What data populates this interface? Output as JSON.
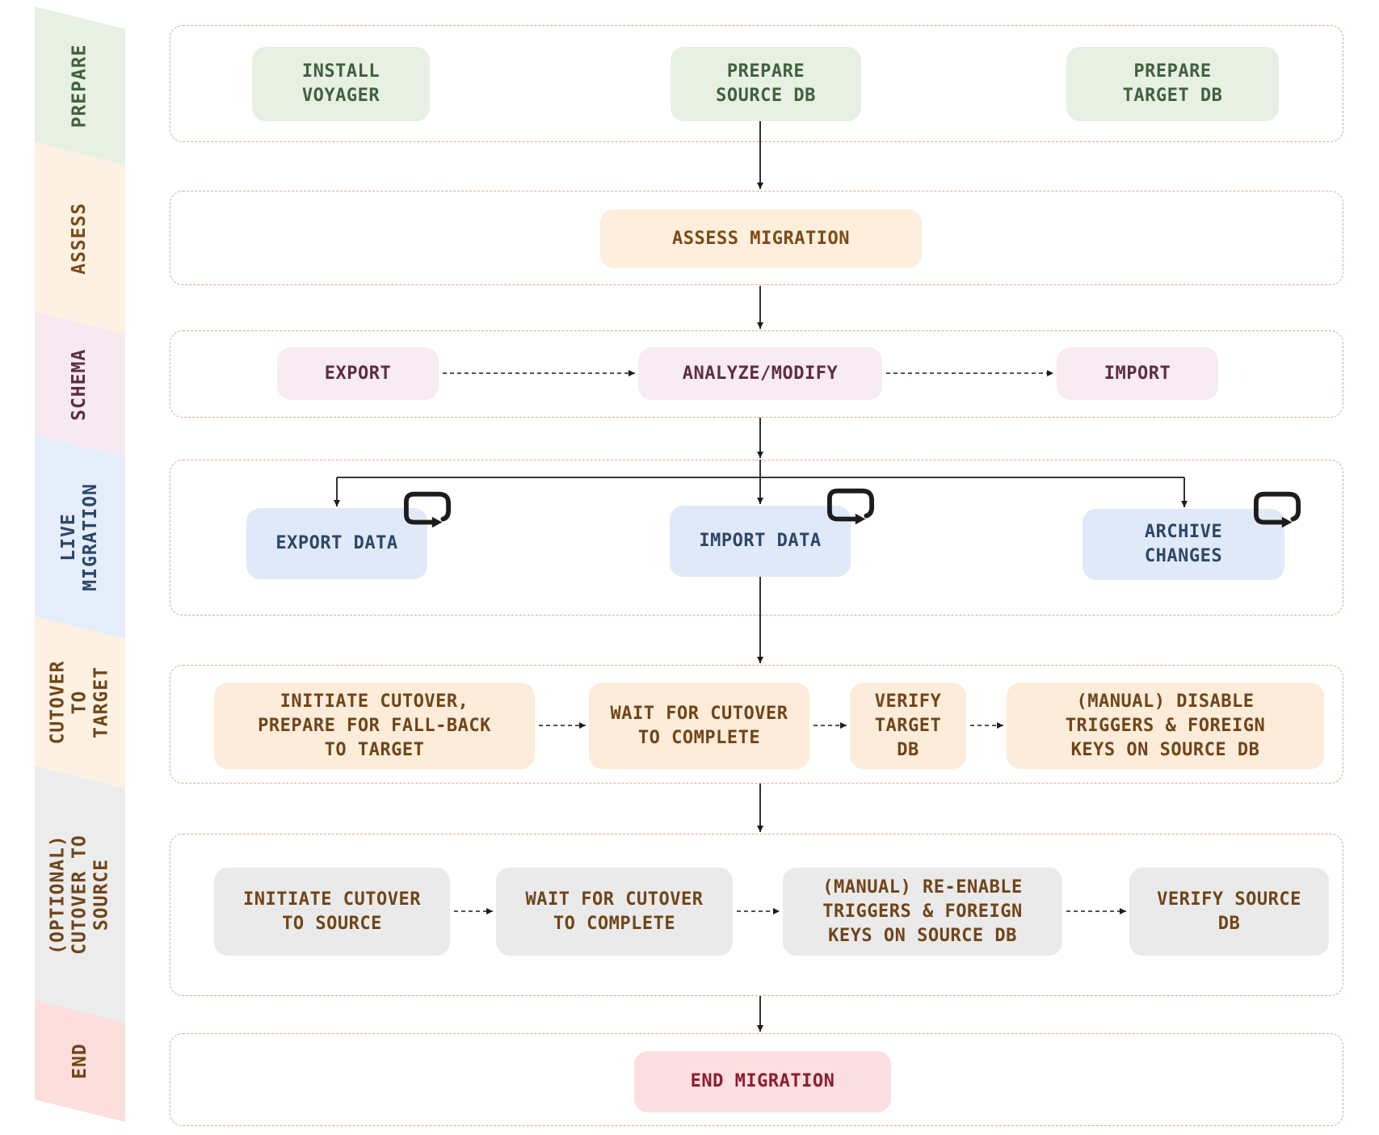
{
  "colors": {
    "background": "#ffffff",
    "lane_border": "#d2ab97",
    "connector": "#1c1c1c"
  },
  "stage_colors": {
    "prepare": {
      "side_bg": "#e7f0e3",
      "box_bg": "#e7f0e3",
      "side_text": "#41613f",
      "box_text": "#41613f"
    },
    "assess": {
      "side_bg": "#fdf1e3",
      "box_bg": "#fdeedd",
      "side_text": "#7b4a15",
      "box_text": "#7b4a15"
    },
    "schema": {
      "side_bg": "#f6eaf0",
      "box_bg": "#f8ebf2",
      "side_text": "#5e2d45",
      "box_text": "#5e2d45"
    },
    "live": {
      "side_bg": "#e5edfa",
      "box_bg": "#e0e9f8",
      "side_text": "#2d4769",
      "box_text": "#2d4769"
    },
    "cutover_target": {
      "side_bg": "#fdf1e1",
      "box_bg": "#fdecd9",
      "side_text": "#70451a",
      "box_text": "#70451a"
    },
    "cutover_source": {
      "side_bg": "#ececec",
      "box_bg": "#eaeaea",
      "side_text": "#70451a",
      "box_text": "#70451a"
    },
    "end": {
      "side_bg": "#fcdfdd",
      "box_bg": "#fcdfe3",
      "side_text": "#70451a",
      "box_text": "#8e1c2c"
    }
  },
  "icons": {
    "loop": "repeat-loop-arrow"
  },
  "sidebar": {
    "items": [
      {
        "id": "prepare",
        "label": "PREPARE"
      },
      {
        "id": "assess",
        "label": "ASSESS"
      },
      {
        "id": "schema",
        "label": "SCHEMA"
      },
      {
        "id": "live",
        "label": "LIVE\nMIGRATION"
      },
      {
        "id": "cutover_target",
        "label": "CUTOVER TO\nTARGET"
      },
      {
        "id": "cutover_source",
        "label": "(OPTIONAL)\nCUTOVER TO\nSOURCE"
      },
      {
        "id": "end",
        "label": "END"
      }
    ]
  },
  "lanes": [
    {
      "stage": "prepare",
      "boxes": [
        {
          "id": "install-voyager",
          "label": "INSTALL\nVOYAGER"
        },
        {
          "id": "prepare-source-db",
          "label": "PREPARE\nSOURCE DB"
        },
        {
          "id": "prepare-target-db",
          "label": "PREPARE\nTARGET DB"
        }
      ]
    },
    {
      "stage": "assess",
      "boxes": [
        {
          "id": "assess-migration",
          "label": "ASSESS MIGRATION"
        }
      ]
    },
    {
      "stage": "schema",
      "boxes": [
        {
          "id": "export-schema",
          "label": "EXPORT"
        },
        {
          "id": "analyze-modify",
          "label": "ANALYZE/MODIFY"
        },
        {
          "id": "import-schema",
          "label": "IMPORT"
        }
      ]
    },
    {
      "stage": "live",
      "boxes": [
        {
          "id": "export-data",
          "label": "EXPORT DATA"
        },
        {
          "id": "import-data",
          "label": "IMPORT DATA"
        },
        {
          "id": "archive-changes",
          "label": "ARCHIVE\nCHANGES"
        }
      ]
    },
    {
      "stage": "cutover_target",
      "boxes": [
        {
          "id": "initiate-cutover-target",
          "label": "INITIATE CUTOVER,\nPREPARE FOR FALL-BACK\nTO TARGET"
        },
        {
          "id": "wait-cutover-target",
          "label": "WAIT FOR CUTOVER\nTO COMPLETE"
        },
        {
          "id": "verify-target-db",
          "label": "VERIFY\nTARGET\nDB"
        },
        {
          "id": "manual-disable-triggers",
          "label": "(MANUAL) DISABLE\nTRIGGERS & FOREIGN\nKEYS ON SOURCE DB"
        }
      ]
    },
    {
      "stage": "cutover_source",
      "boxes": [
        {
          "id": "initiate-cutover-source",
          "label": "INITIATE CUTOVER\nTO SOURCE"
        },
        {
          "id": "wait-cutover-source",
          "label": "WAIT FOR CUTOVER\nTO COMPLETE"
        },
        {
          "id": "manual-reenable-triggers",
          "label": "(MANUAL) RE-ENABLE\nTRIGGERS & FOREIGN\nKEYS ON SOURCE DB"
        },
        {
          "id": "verify-source-db",
          "label": "VERIFY SOURCE\nDB"
        }
      ]
    },
    {
      "stage": "end",
      "boxes": [
        {
          "id": "end-migration",
          "label": "END MIGRATION"
        }
      ]
    }
  ]
}
